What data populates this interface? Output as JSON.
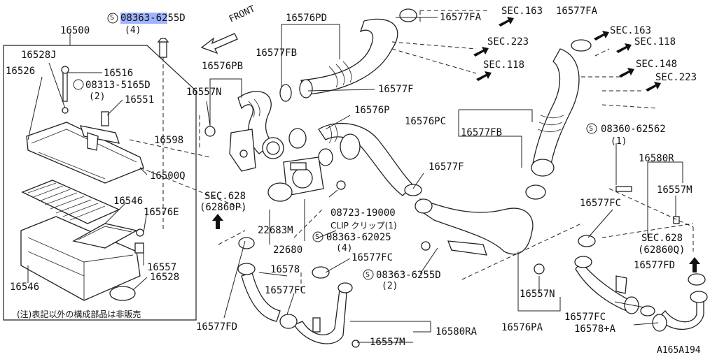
{
  "diagram": {
    "labels": {
      "l16500": "16500",
      "l08363_6255D_top": "08363-6255D",
      "l08363_6255D_top_hl": "08363-62",
      "l08363_6255D_top_rest": "55D",
      "l_qty4_top": "(4)",
      "l16528J": "16528J",
      "l16526": "16526",
      "l16516": "16516",
      "l08313_5165D": "08313-5165D",
      "l_qty2_a": "(2)",
      "l16551": "16551",
      "l16598": "16598",
      "l16500Q": "16500Q",
      "l16546a": "16546",
      "l16576E": "16576E",
      "l16557": "16557",
      "l16528": "16528",
      "l16546b": "16546",
      "note": "(注)表記以外の構成部品は非販売",
      "front": "FRONT",
      "l16576PD": "16576PD",
      "l16577FB_top": "16577FB",
      "l16576PB": "16576PB",
      "l16557N_a": "16557N",
      "l16577FA_a": "16577FA",
      "sec163_a": "SEC.163",
      "sec223_a": "SEC.223",
      "sec118_a": "SEC.118",
      "l16577F_a": "16577F",
      "l16576P": "16576P",
      "l16576PC": "16576PC",
      "l16577FB_mid": "16577FB",
      "l16577FA_b": "16577FA",
      "sec163_b": "SEC.163",
      "sec118_b": "SEC.118",
      "sec148": "SEC.148",
      "sec223_b": "SEC.223",
      "l08360_62562": "08360-62562",
      "l_qty1_a": "(1)",
      "l16580R": "16580R",
      "l16557M_a": "16557M",
      "l16577FC_a": "16577FC",
      "sec628_a": "SEC.628",
      "sec628_a_sub": "(62860P)",
      "l22683M": "22683M",
      "l22680": "22680",
      "l16577F_b": "16577F",
      "l08723_19000": "08723-19000",
      "clip": "CLIP クリップ(1)",
      "l08363_62025": "08363-62025",
      "l_qty4_b": "(4)",
      "l16577FC_b": "16577FC",
      "l08363_6255D_b": "08363-6255D",
      "l_qty2_b": "(2)",
      "l16578": "16578",
      "l16577FC_c": "16577FC",
      "l16557N_b": "16557N",
      "l16576PA": "16576PA",
      "l16577FD_a": "16577FD",
      "l16580RA": "16580RA",
      "l16557M_b": "16557M",
      "sec628_b": "SEC.628",
      "sec628_b_sub": "(62860Q)",
      "l16577FD_b": "16577FD",
      "l16577FC_d": "16577FC",
      "l16578A": "16578+A",
      "ref": "A165A194"
    }
  }
}
